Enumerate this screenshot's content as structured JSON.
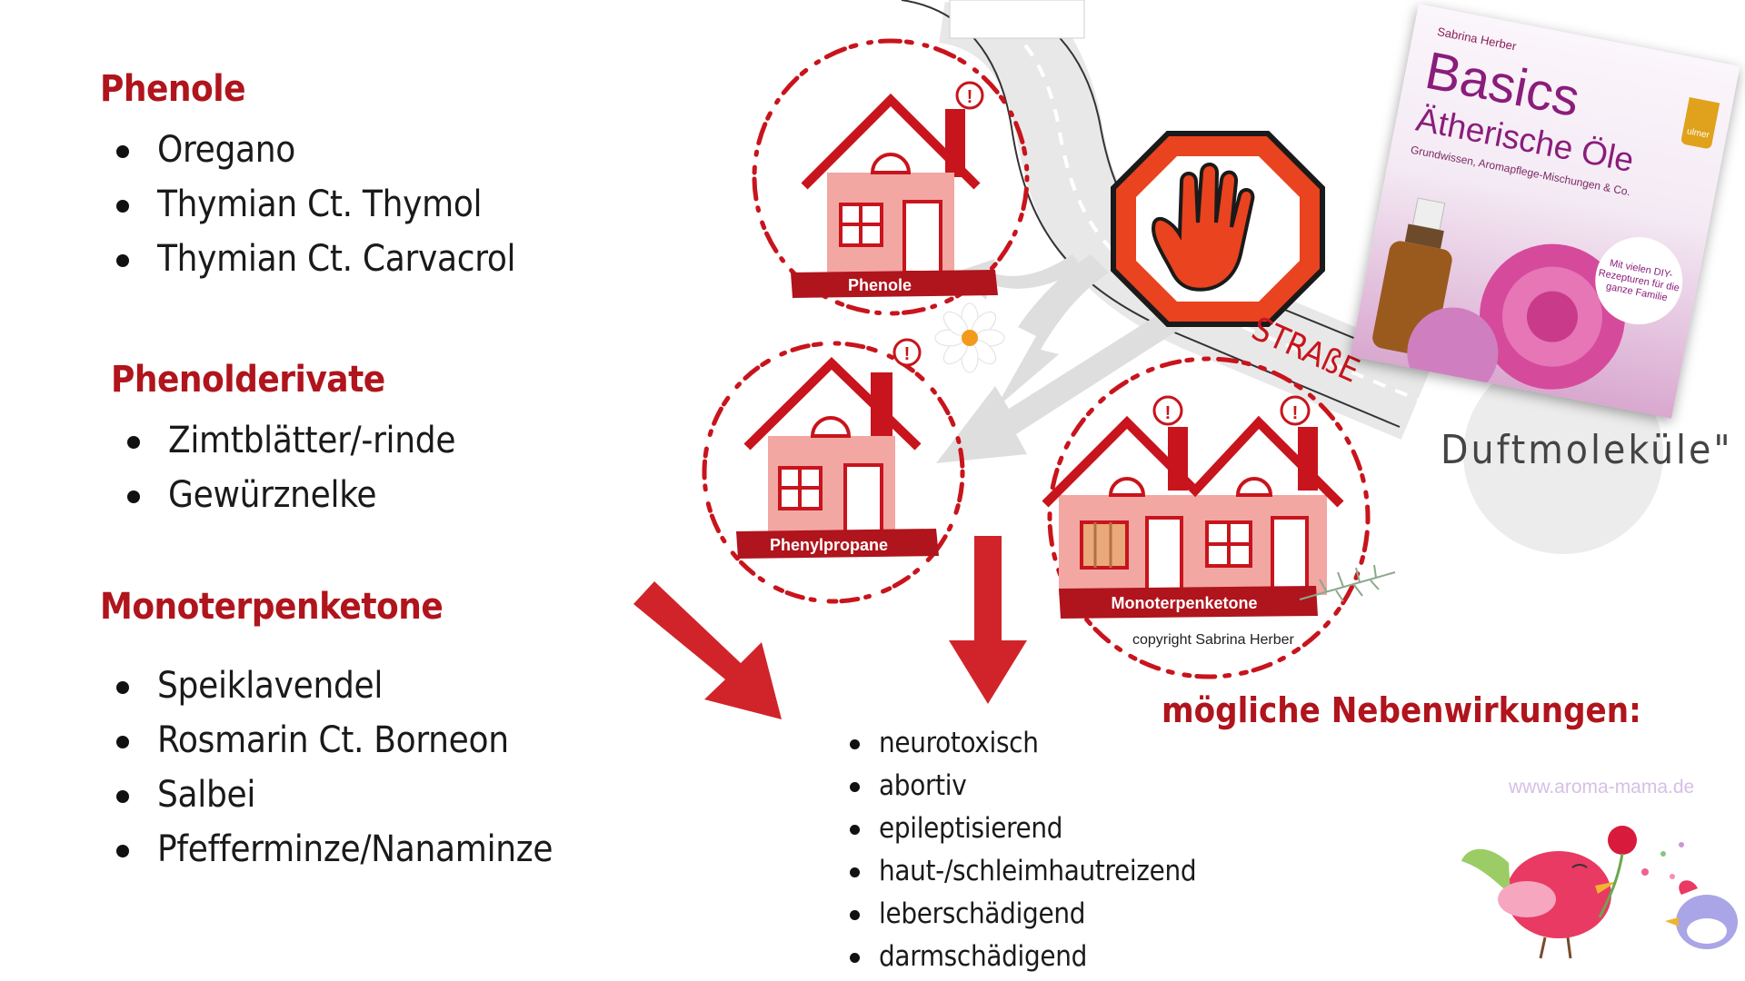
{
  "sections": {
    "phenole": {
      "title": "Phenole",
      "items": [
        "Oregano",
        "Thymian Ct. Thymol",
        "Thymian Ct. Carvacrol"
      ]
    },
    "phenolderivate": {
      "title": "Phenolderivate",
      "items": [
        "Zimtblätter/-rinde",
        "Gewürznelke"
      ]
    },
    "monoterpenketone": {
      "title": "Monoterpenketone",
      "items": [
        "Speiklavendel",
        "Rosmarin Ct. Borneon",
        "Salbei",
        "Pfefferminze/Nanaminze"
      ]
    }
  },
  "houses": {
    "phenole_label": "Phenole",
    "phenylpropane_label": "Phenylpropane",
    "monoterpenketone_label": "Monoterpenketone"
  },
  "copyright": "copyright Sabrina Herber",
  "side_effects": {
    "title": "mögliche Nebenwirkungen:",
    "items": [
      "neurotoxisch",
      "abortiv",
      "epileptisierend",
      "haut-/schleimhautreizend",
      "leberschädigend",
      "darmschädigend"
    ]
  },
  "road_text": "STRAßE",
  "duft_text": "Duftmoleküle\"",
  "url": "www.aroma-mama.de",
  "book": {
    "author": "Sabrina Herber",
    "title_line1": "Basics",
    "title_line2": "Ätherische Öle",
    "subtitle": "Grundwissen, Aromapflege-Mischungen & Co.",
    "badge": "Mit vielen DIY-Rezepturen für die ganze Familie",
    "publisher": "ulmer"
  },
  "colors": {
    "accent": "#b0141c",
    "house_fill": "#f2a7a3",
    "house_stroke": "#c8141c",
    "stop_red": "#e9431f"
  }
}
